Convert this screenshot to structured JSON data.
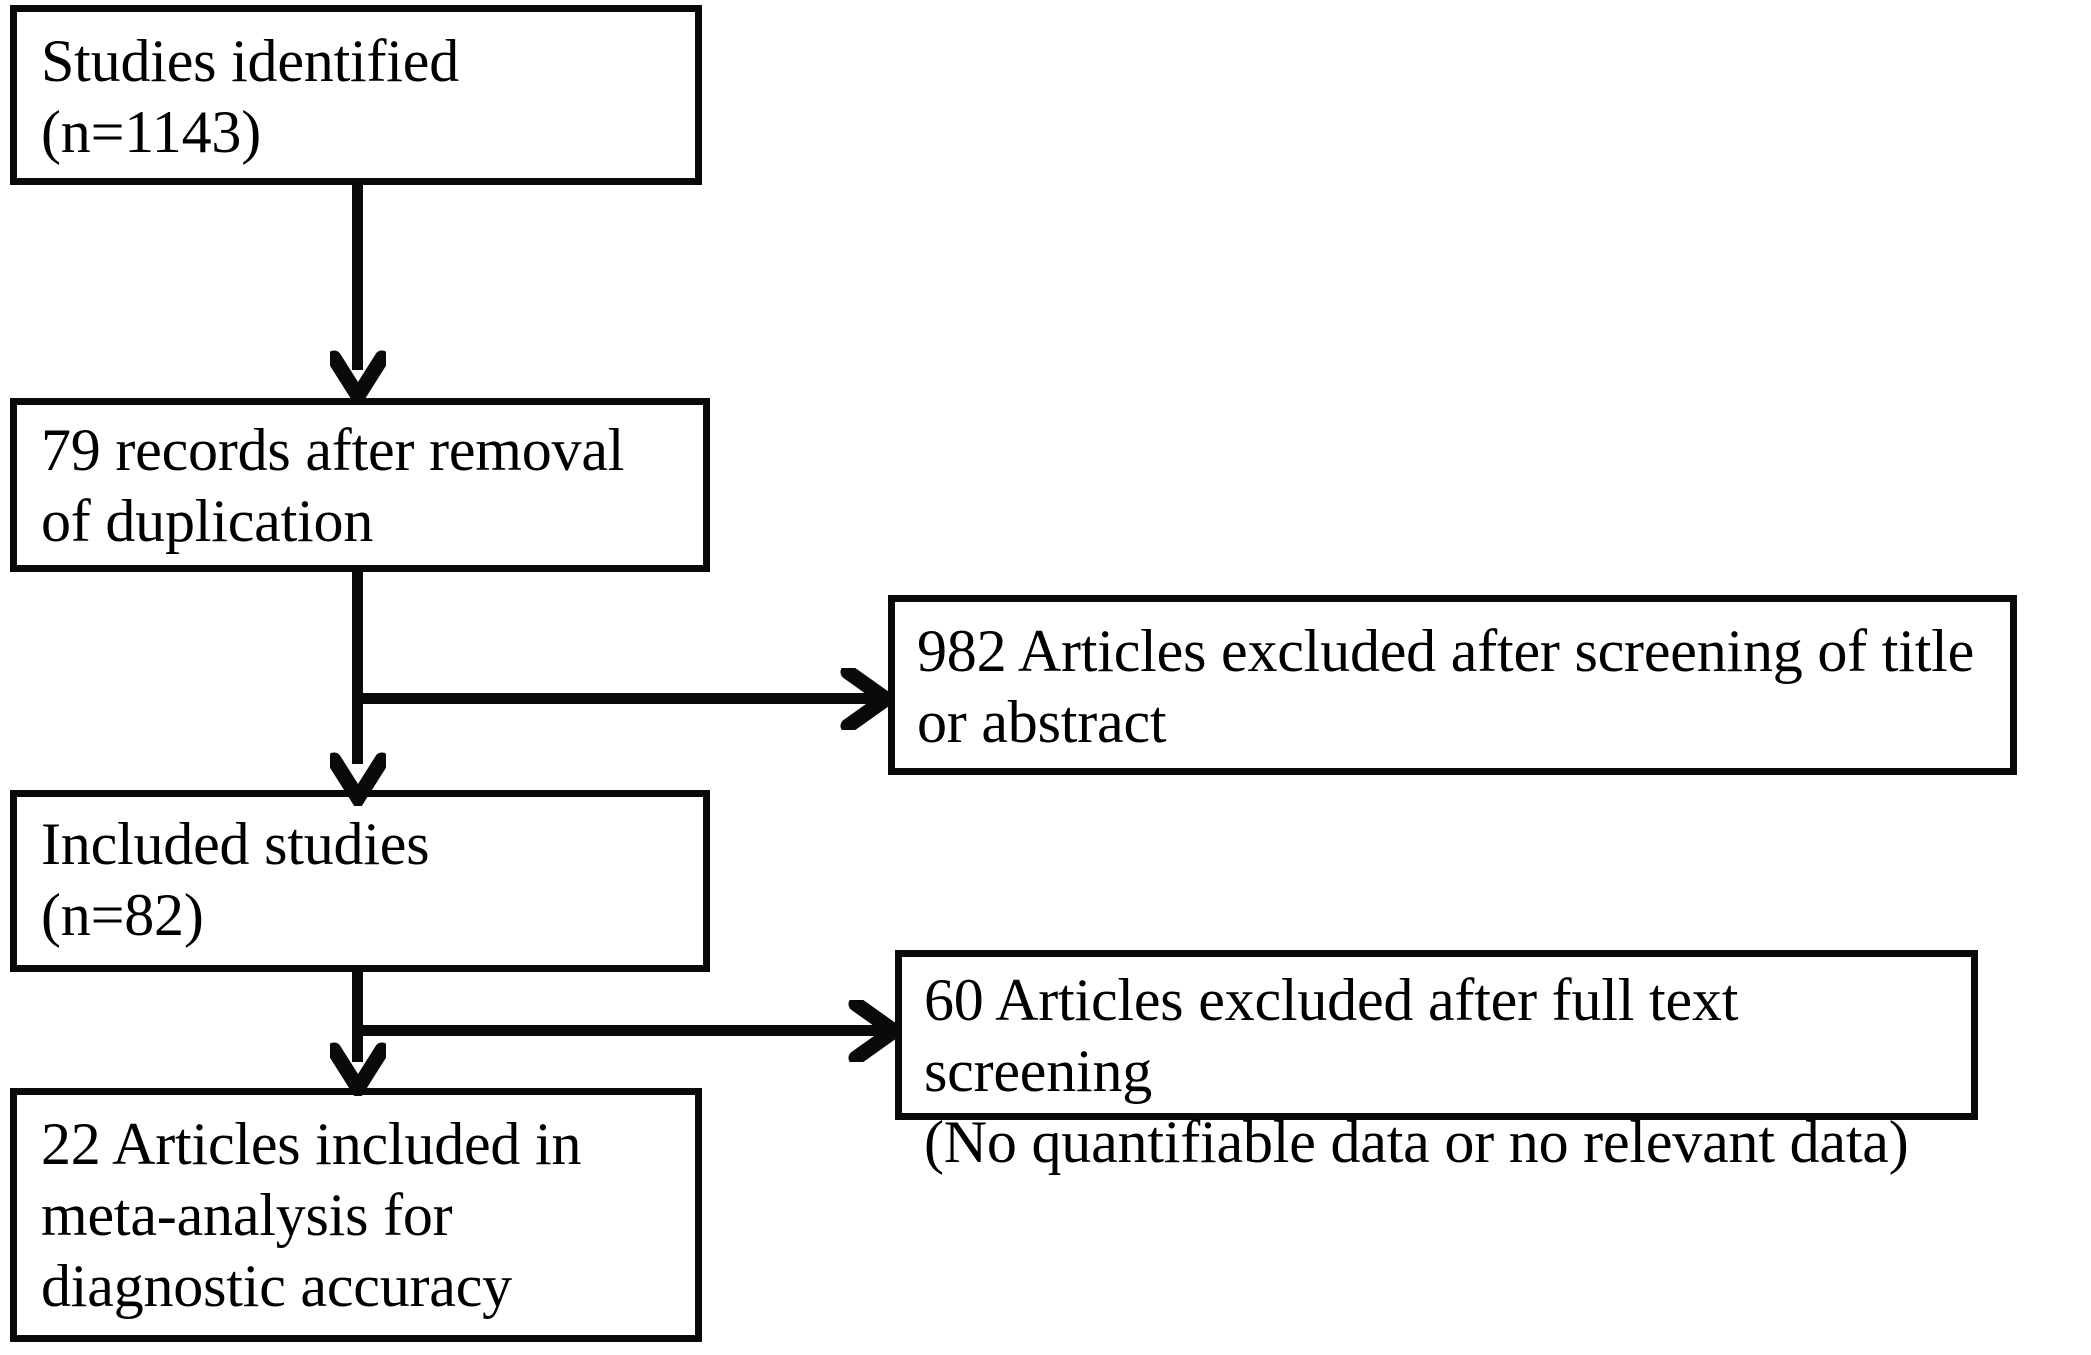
{
  "figure": {
    "type": "prisma-flow-diagram",
    "title": "Study selection flow diagram",
    "background_color": "#ffffff",
    "line_color": "#0a0a0a",
    "text_color": "#000000"
  },
  "boxes": {
    "identified": {
      "id": "box-identified",
      "text": "Studies identified\n(n=1143)",
      "count": 1143,
      "stage": "identification"
    },
    "duplication": {
      "id": "box-duplication",
      "text": "79 records after removal\nof duplication",
      "count": 79,
      "stage": "screening"
    },
    "included": {
      "id": "box-included",
      "text": "Included studies\n(n=82)",
      "count": 82,
      "stage": "eligibility"
    },
    "metaanalysis": {
      "id": "box-metaanalysis",
      "text": "22 Articles included in\nmeta-analysis for\ndiagnostic accuracy",
      "count": 22,
      "stage": "included"
    },
    "excluded_title": {
      "id": "box-excluded-title",
      "text": "982 Articles excluded after screening of title\nor abstract",
      "count": 982,
      "stage": "screening-exclusion"
    },
    "excluded_fulltext": {
      "id": "box-excluded-fulltext",
      "text": "60 Articles excluded after full  text screening\n(No quantifiable data or no relevant data)",
      "count": 60,
      "stage": "eligibility-exclusion"
    }
  },
  "connectors": [
    {
      "name": "identified-to-duplication",
      "from": "identified",
      "to": "duplication",
      "direction": "down"
    },
    {
      "name": "duplication-to-excluded-title",
      "from": "duplication",
      "to": "excluded_title",
      "direction": "right"
    },
    {
      "name": "duplication-to-included",
      "from": "duplication",
      "to": "included",
      "direction": "down"
    },
    {
      "name": "included-to-excluded-fulltext",
      "from": "included",
      "to": "excluded_fulltext",
      "direction": "right"
    },
    {
      "name": "included-to-metaanalysis",
      "from": "included",
      "to": "metaanalysis",
      "direction": "down"
    }
  ]
}
